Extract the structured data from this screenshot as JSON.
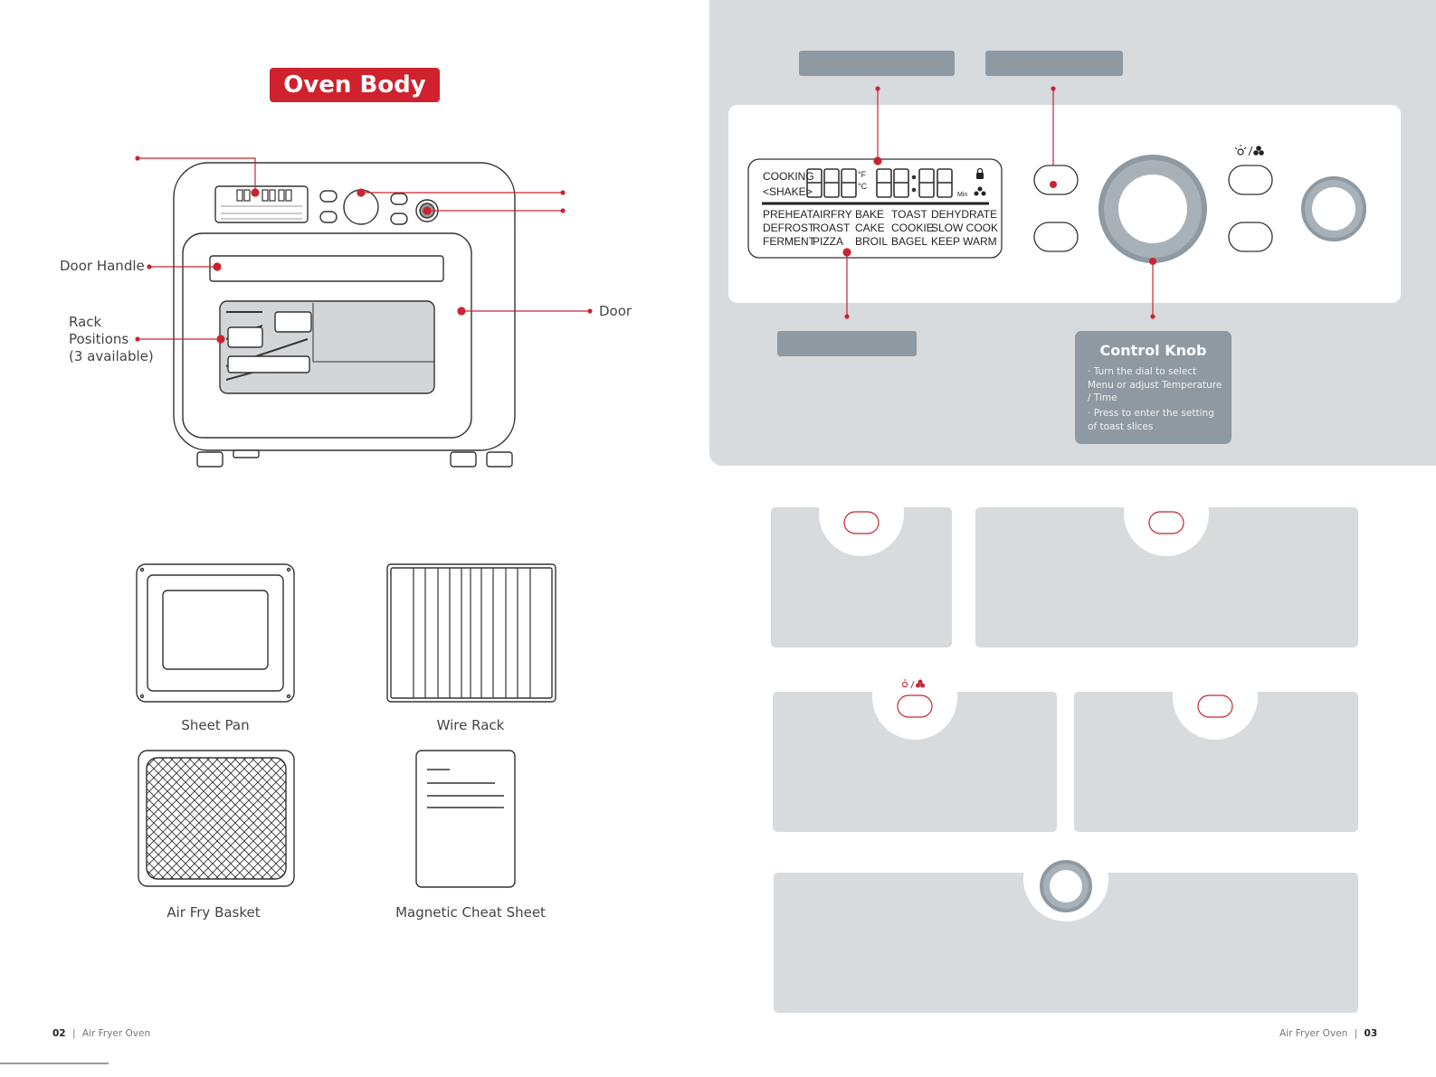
{
  "left_page": {
    "title": "Oven Body",
    "callouts": {
      "door_handle": "Door Handle",
      "rack_positions": [
        "Rack",
        "Positions",
        "(3 available)"
      ],
      "door": "Door"
    },
    "accessories": [
      "Sheet Pan",
      "Wire Rack",
      "Air Fry Basket",
      "Magnetic Cheat Sheet"
    ],
    "footer": {
      "page_number": "02",
      "separator": "|",
      "label": "Air Fryer Oven"
    }
  },
  "right_page": {
    "display": {
      "cooking": "COOKING",
      "shake": "<SHAKE>",
      "unit_f": "°F",
      "unit_c": "°C",
      "min": "Min",
      "menu_rows": [
        [
          "PREHEAT",
          "AIRFRY",
          "BAKE",
          "TOAST",
          "DEHYDRATE"
        ],
        [
          "DEFROST",
          "ROAST",
          "CAKE",
          "COOKIE",
          "SLOW COOK"
        ],
        [
          "FERMENT",
          "PIZZA",
          "BROIL",
          "BAGEL",
          "KEEP WARM"
        ]
      ]
    },
    "light_fan_icon": "light-fan-icon",
    "control_knob": {
      "title": "Control Knob",
      "bullets": [
        "Turn the dial to select Menu or adjust Temperature / Time",
        "Press to enter the setting of toast slices"
      ]
    },
    "footer": {
      "label": "Air Fryer Oven",
      "separator": "|",
      "page_number": "03"
    }
  },
  "colors": {
    "accent_red": "#d0222e",
    "panel_gray": "#d7dbde",
    "bar_gray": "#8f99a1",
    "line": "#333333"
  }
}
